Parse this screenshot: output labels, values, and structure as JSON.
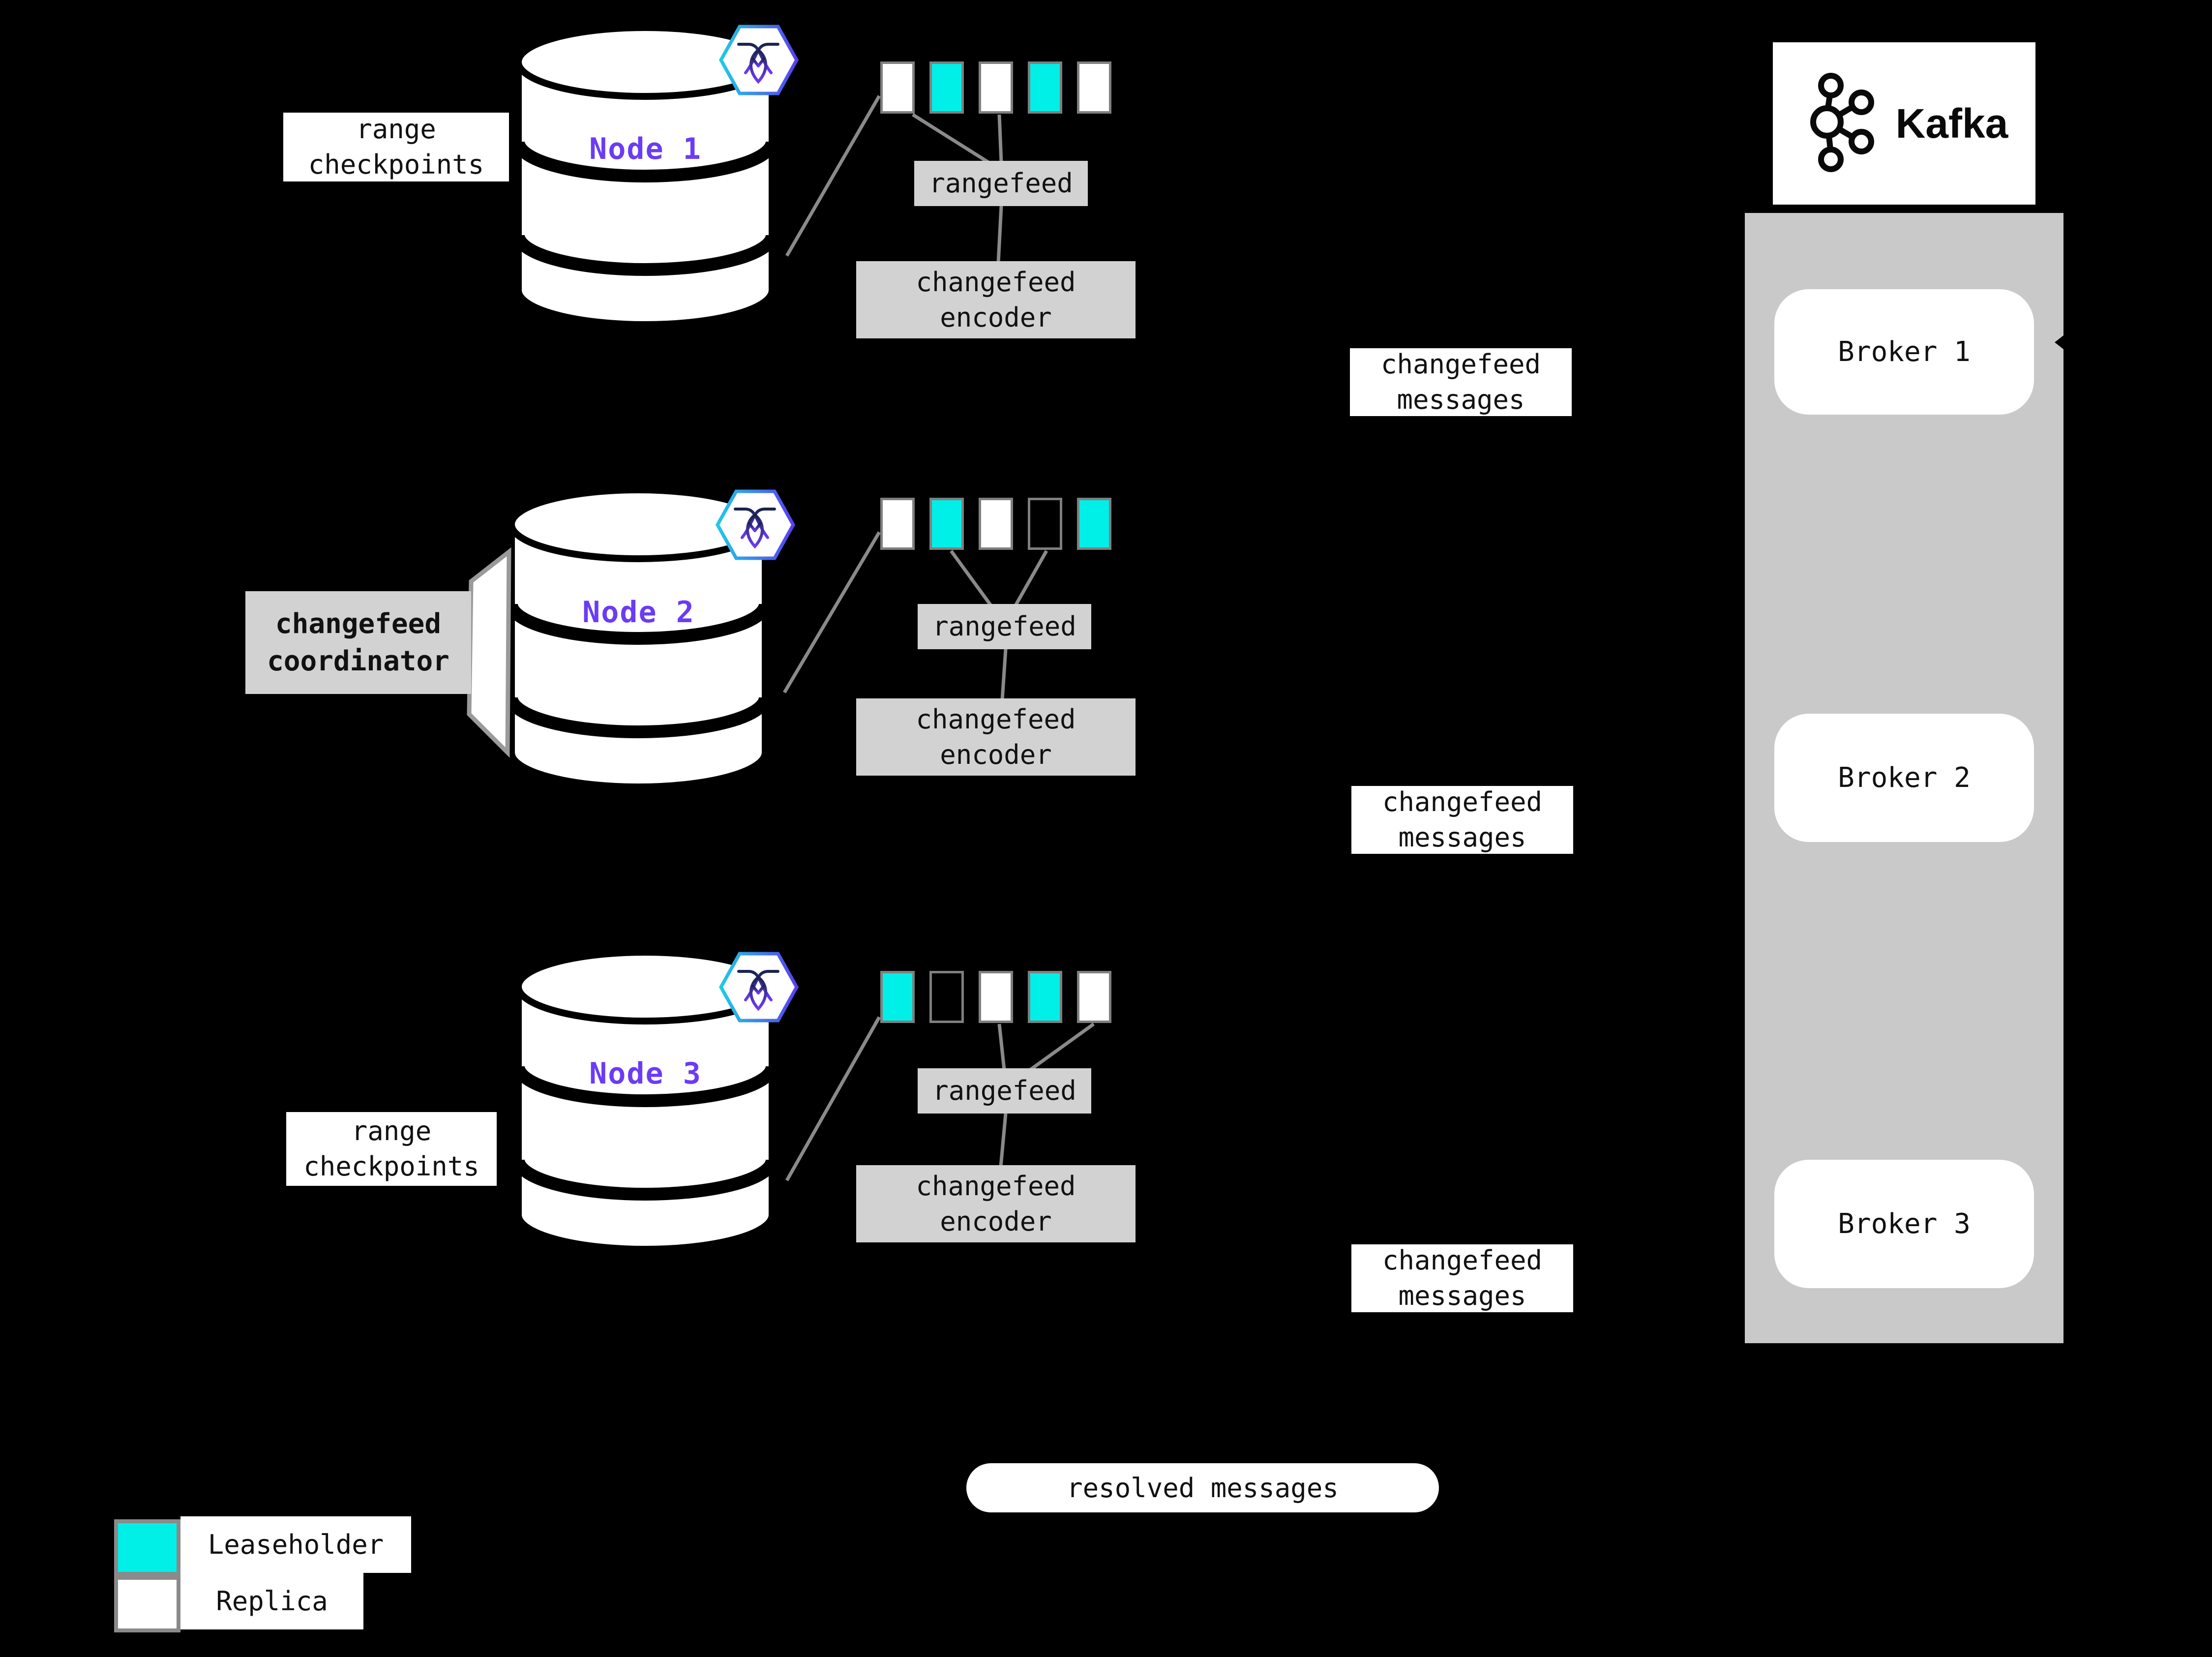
{
  "labels": {
    "rangefeed": "rangefeed",
    "encoder_line1": "changefeed",
    "encoder_line2": "encoder",
    "messages_line1": "changefeed",
    "messages_line2": "messages",
    "checkpoints_line1": "range",
    "checkpoints_line2": "checkpoints",
    "coordinator_line1": "changefeed",
    "coordinator_line2": "coordinator",
    "resolved": "resolved messages"
  },
  "nodes": [
    {
      "label": "Node 1",
      "ranges": [
        "replica",
        "leaseholder",
        "replica",
        "leaseholder",
        "replica"
      ]
    },
    {
      "label": "Node 2",
      "ranges": [
        "replica",
        "leaseholder",
        "replica",
        "outline",
        "leaseholder"
      ]
    },
    {
      "label": "Node 3",
      "ranges": [
        "leaseholder",
        "outline",
        "replica",
        "leaseholder",
        "replica"
      ]
    }
  ],
  "kafka": {
    "title": "Kafka",
    "brokers": [
      "Broker 1",
      "Broker 2",
      "Broker 3"
    ]
  },
  "legend": [
    {
      "swatch": "leaseholder",
      "label": "Leaseholder"
    },
    {
      "swatch": "replica",
      "label": "Replica"
    }
  ],
  "colors": {
    "background": "#000000",
    "leaseholder": "#00efe7",
    "replica": "#ffffff",
    "node_label": "#6b3bf5",
    "box_gray": "#d2d2d2",
    "container_gray": "#c9c9c9",
    "border_gray": "#7f7f7f",
    "line_gray": "#8a8a8a"
  }
}
